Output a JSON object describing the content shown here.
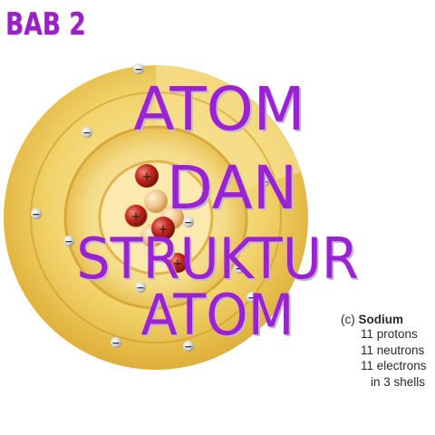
{
  "badge": "BAB 2",
  "title": {
    "line1": "ATOM",
    "line2": "DAN",
    "line3": "STRUKTUR ATOM"
  },
  "caption": {
    "letter": "(c)",
    "name": "Sodium",
    "lines": [
      "11 protons",
      "11 neutrons",
      "11 electrons",
      "in 3 shells"
    ]
  },
  "symbols": {
    "electron": "−",
    "proton": "+"
  },
  "colors": {
    "title": "#9b22d2",
    "badge": "#9a1fc6",
    "shell_gold": "#e9c04a",
    "shell_light": "#f6e39a",
    "proton_red": "#c0281e",
    "neutron_cream": "#f2c890"
  }
}
